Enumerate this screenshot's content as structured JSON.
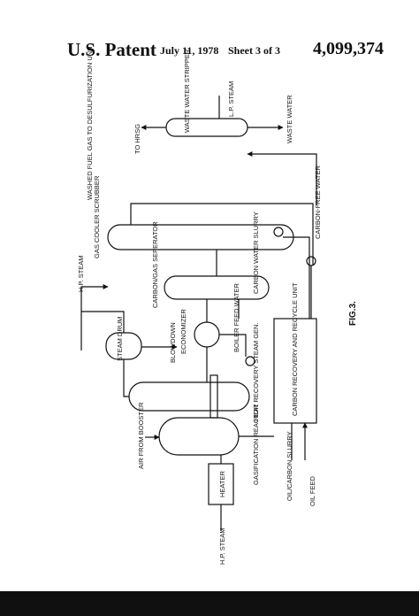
{
  "header": {
    "publisher": "U.S. Patent",
    "date": "July 11, 1978",
    "sheet": "Sheet 3 of 3",
    "patent_number": "4,099,374"
  },
  "figure": {
    "caption": "FIG.3.",
    "labels": {
      "hp_steam_top": "H.P. STEAM",
      "steam_drum": "STEAM DRUM",
      "blowdown": "BLOWDOWN",
      "economizer": "ECONOMIZER",
      "boiler_feed_water": "BOILER FEED WATER",
      "carbon_gas_separator": "CARBON/GAS SEPERATOR",
      "carbon_water_slurry": "CARBON WATER SLURRY",
      "gas_cooler_scrubber": "GAS COOLER SCRUBBER",
      "washed_fuel_gas": "WASHED FUEL GAS TO DESULFURIZATION UNIT",
      "to_hrsg": "TO HRSG",
      "waste_water_stripper": "WASTE WATER STRIPPER",
      "lp_steam": "L.P. STEAM",
      "waste_water": "WASTE WATER",
      "carbon_free_water": "CARBON-FREE WATER",
      "carbon_recovery_unit": "CARBON RECOVERY AND RECYCLE UNIT",
      "heat_recovery_steam_gen": "HEAT RECOVERY STEAM GEN.",
      "air_from_booster": "AIR FROM BOOSTER",
      "gasification_reactor": "GASIFICATION REACTOR",
      "heater": "HEATER",
      "hp_steam_bottom": "H.P. STEAM",
      "oil_carbon_slurry": "OIL/CARBON SLURRY",
      "oil_feed": "OIL FEED"
    }
  }
}
